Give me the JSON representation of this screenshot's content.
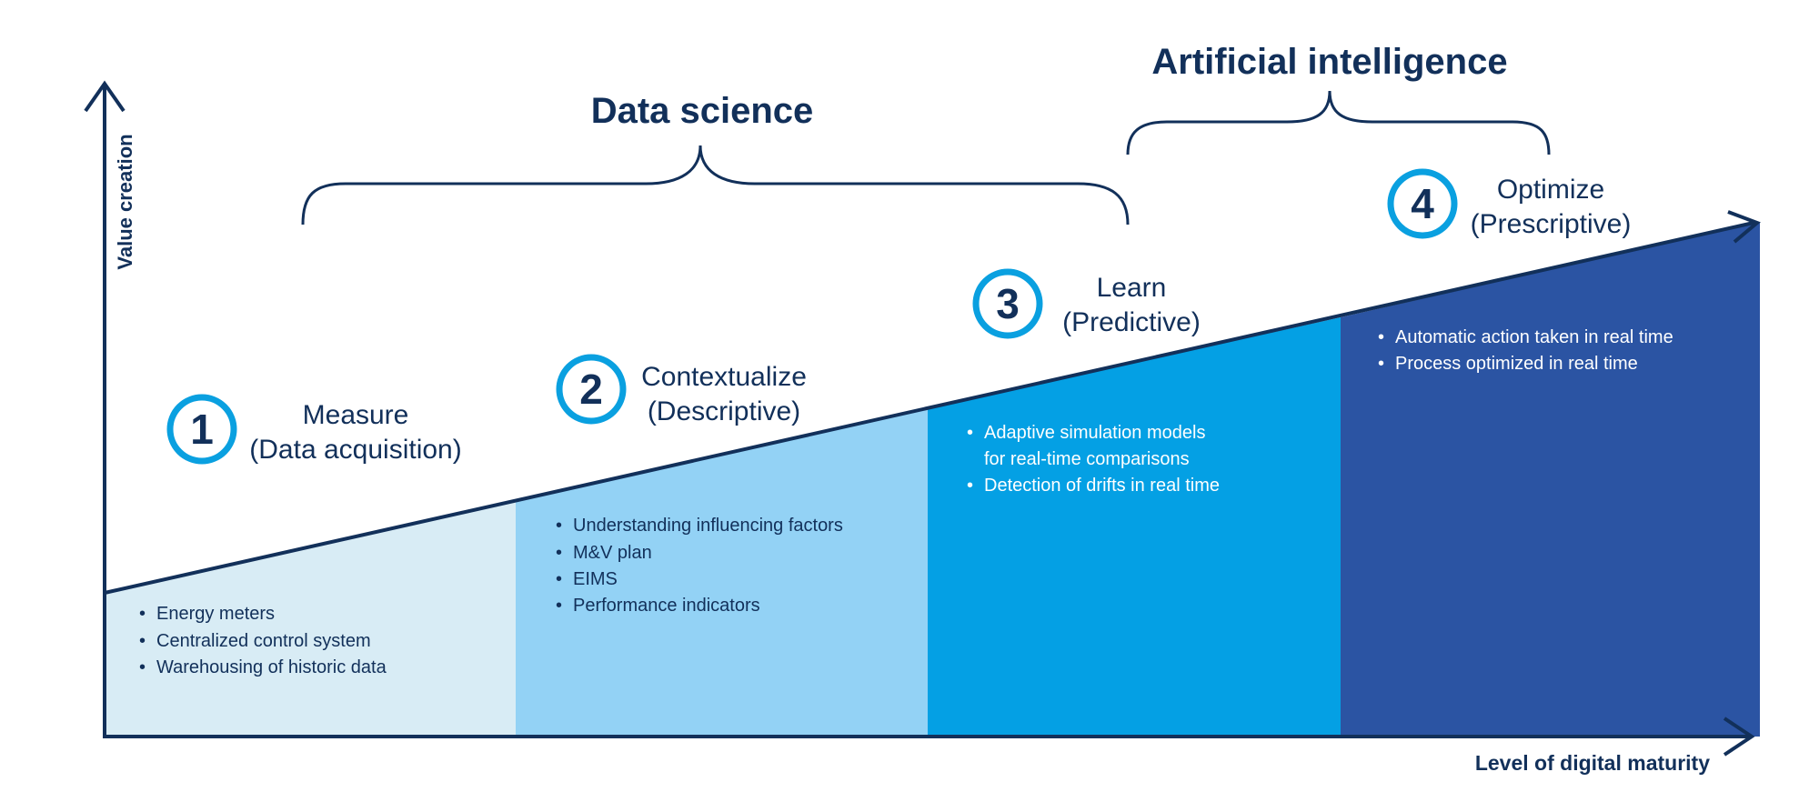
{
  "axes": {
    "y_label": "Value creation",
    "x_label": "Level of digital maturity"
  },
  "brackets": [
    {
      "title": "Data science"
    },
    {
      "title": "Artificial intelligence"
    }
  ],
  "stages": [
    {
      "number": "1",
      "title": "Measure",
      "subtitle": "(Data acquisition)",
      "fill": "#d8ecf5",
      "bullets": [
        "Energy meters",
        "Centralized control system",
        "Warehousing of historic data"
      ]
    },
    {
      "number": "2",
      "title": "Contextualize",
      "subtitle": "(Descriptive)",
      "fill": "#93d2f5",
      "bullets": [
        "Understanding influencing factors",
        "M&V plan",
        "EIMS",
        "Performance indicators"
      ]
    },
    {
      "number": "3",
      "title": "Learn",
      "subtitle": "(Predictive)",
      "fill": "#04a0e4",
      "bullets": [
        "Adaptive simulation models",
        "for real-time comparisons",
        "Detection of drifts in real time"
      ]
    },
    {
      "number": "4",
      "title": "Optimize",
      "subtitle": "(Prescriptive)",
      "fill": "#2b54a3",
      "bullets": [
        "Automatic action taken in real time",
        "Process optimized in real time"
      ]
    }
  ],
  "colors": {
    "axis": "#12305a",
    "circle_ring": "#0aa0e0",
    "text_dark": "#12305a"
  }
}
